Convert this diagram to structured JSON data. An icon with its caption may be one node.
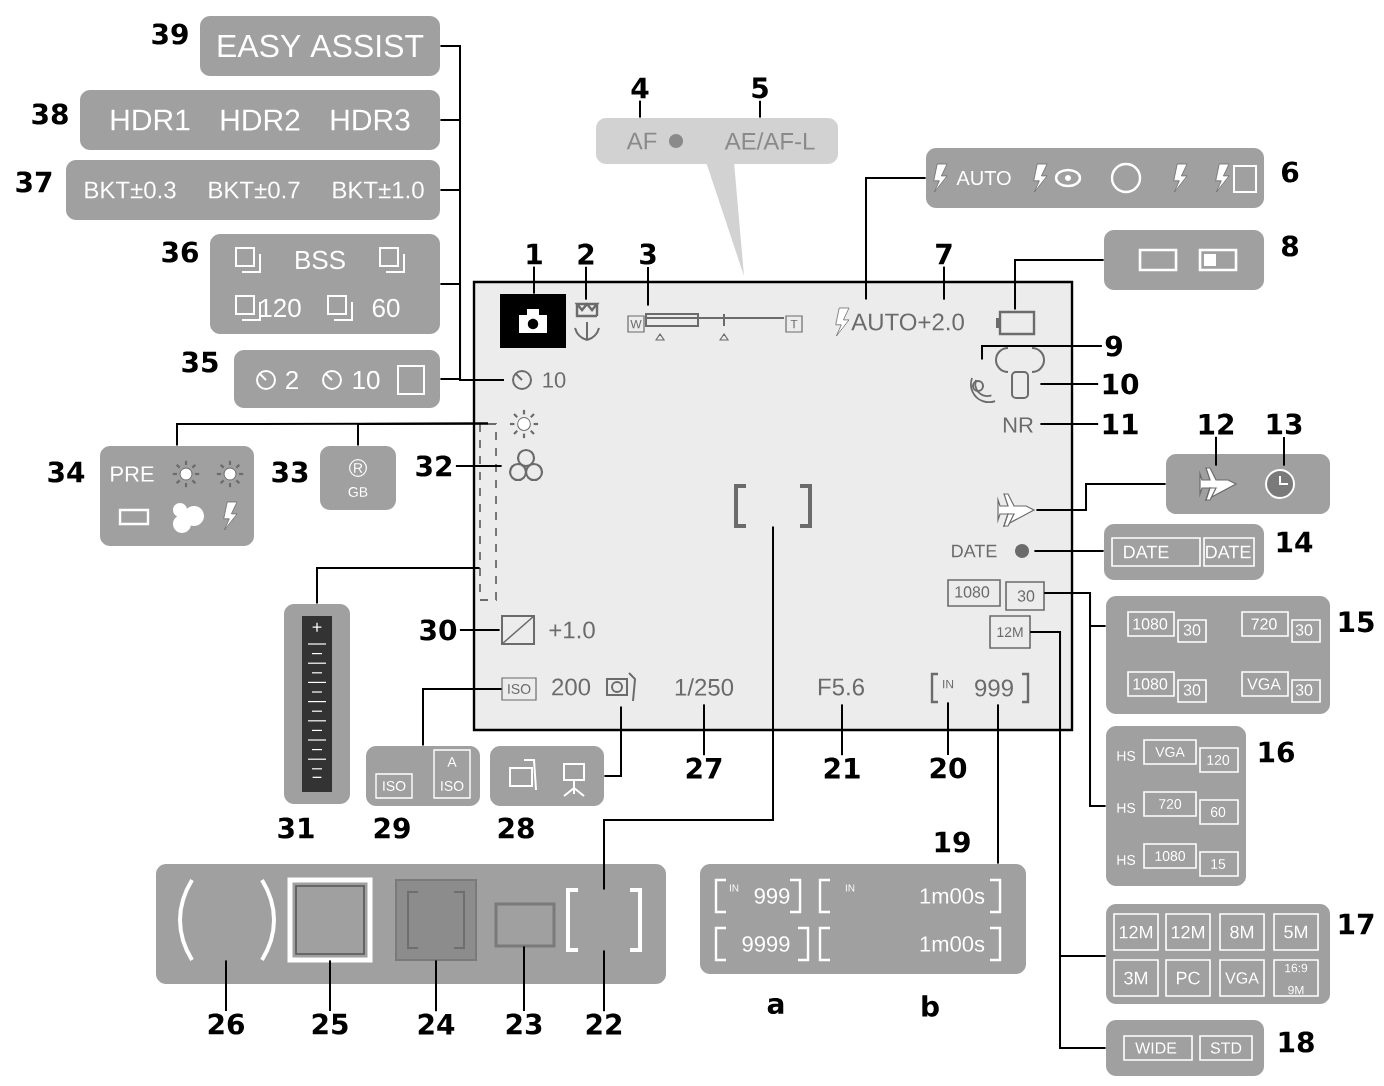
{
  "diagram": {
    "nodes": [
      {
        "text": [],
        "shape": "box"
      },
      {
        "text": [],
        "shape": "camera",
        "in": 0
      },
      {
        "text": [],
        "shape": "flower",
        "in": 0
      },
      {
        "text": [
          "W",
          "T"
        ],
        "in": 0
      },
      {
        "text": [
          "AUTO+2.0"
        ],
        "in": 0
      },
      {
        "text": [],
        "shape": "battery",
        "in": 0
      },
      {
        "text": [
          "10"
        ],
        "in": 0
      },
      {
        "text": [],
        "shape": "icon",
        "in": 0
      },
      {
        "text": [],
        "shape": "hand",
        "in": 0
      },
      {
        "text": [
          "NR"
        ],
        "in": 0
      },
      {
        "text": [],
        "shape": "box",
        "in": 0
      },
      {
        "text": [],
        "shape": "sun",
        "in": 0
      },
      {
        "text": [],
        "shape": "icon",
        "in": 0
      },
      {
        "text": [],
        "shape": "bracket",
        "in": 0
      },
      {
        "text": [],
        "shape": "airplane",
        "in": 0
      },
      {
        "text": [
          "DATE"
        ],
        "in": 0
      },
      {
        "text": [
          "1080",
          "30"
        ],
        "in": 0
      },
      {
        "text": [
          "12M"
        ],
        "in": 0
      },
      {
        "text": [
          "+1.0"
        ],
        "in": 0
      },
      {
        "text": [
          "ISO"
        ],
        "in": 0
      },
      {
        "text": [
          "200"
        ],
        "in": 0
      },
      {
        "text": [],
        "shape": "icon",
        "in": 0
      },
      {
        "text": [
          "1/250"
        ],
        "in": 0
      },
      {
        "text": [
          "F5.6"
        ],
        "in": 0
      },
      {
        "text": [
          "IN"
        ],
        "in": 0
      },
      {
        "text": [
          "999"
        ],
        "in": 0
      },
      {
        "text": [
          "EASY ASSIST"
        ],
        "beside": [
          "39"
        ]
      },
      {
        "text": [
          "HDR1",
          "HDR2",
          "HDR3"
        ],
        "beside": [
          "38"
        ]
      },
      {
        "text": [
          "BKT±0.3",
          "BKT±0.7",
          "BKT±1.0"
        ],
        "beside": [
          "37"
        ]
      },
      {
        "text": [
          "BSS",
          "120",
          "60"
        ],
        "beside": [
          "36"
        ]
      },
      {
        "text": [
          "2",
          "10"
        ],
        "beside": [
          "35"
        ]
      },
      {
        "text": [
          "PRE"
        ],
        "beside": [
          "34"
        ]
      },
      {
        "text": [
          "R",
          "GB"
        ],
        "beside": [
          "33"
        ]
      },
      {
        "text": [
          "+",
          "−"
        ],
        "beside": [
          "31"
        ]
      },
      {
        "text": [
          "ISO",
          "A",
          "ISO"
        ],
        "beside": [
          "29"
        ]
      },
      {
        "text": [],
        "shape": "box",
        "beside": [
          "28"
        ]
      },
      {
        "text": [
          "AF",
          "AE/AF-L"
        ]
      },
      {
        "text": [
          "AUTO"
        ],
        "beside": [
          "6"
        ]
      },
      {
        "text": [],
        "shape": "box",
        "beside": [
          "8"
        ]
      },
      {
        "text": [],
        "shape": "box"
      },
      {
        "text": [],
        "shape": "airplane",
        "in": 39
      },
      {
        "text": [],
        "shape": "clock",
        "in": 39
      },
      {
        "text": [
          "DATE",
          "DATE"
        ],
        "beside": [
          "14"
        ]
      },
      {
        "text": [
          "1080",
          "30",
          "720",
          "30",
          "1080",
          "30",
          "VGA",
          "30"
        ],
        "beside": [
          "15"
        ]
      },
      {
        "text": [
          "HS",
          "VGA",
          "120",
          "HS",
          "720",
          "60",
          "HS",
          "1080",
          "15"
        ],
        "beside": [
          "16"
        ]
      },
      {
        "text": [
          "12M",
          "12M",
          "8M",
          "5M",
          "3M",
          "PC",
          "VGA",
          "16:9",
          "9M"
        ],
        "beside": [
          "17"
        ]
      },
      {
        "text": [
          "WIDE",
          "STD"
        ],
        "beside": [
          "18"
        ]
      },
      {
        "text": [
          "IN",
          "999",
          "IN",
          "1m00s",
          "9999",
          "1m00s"
        ],
        "beside": [
          "19",
          "a",
          "b"
        ]
      },
      {
        "text": [],
        "shape": "box"
      },
      {
        "text": [],
        "shape": "bracket",
        "in": 48
      },
      {
        "text": [],
        "shape": "box",
        "in": 48
      },
      {
        "text": [],
        "shape": "box",
        "in": 48
      },
      {
        "text": [],
        "shape": "box",
        "in": 48
      },
      {
        "text": [],
        "shape": "bracket",
        "in": 48
      },
      {
        "text": [
          "1"
        ]
      },
      {
        "text": [
          "2"
        ]
      },
      {
        "text": [
          "3"
        ]
      },
      {
        "text": [
          "4"
        ]
      },
      {
        "text": [
          "5"
        ]
      },
      {
        "text": [
          "7"
        ]
      },
      {
        "text": [
          "9"
        ]
      },
      {
        "text": [
          "10"
        ]
      },
      {
        "text": [
          "11"
        ]
      },
      {
        "text": [
          "12"
        ]
      },
      {
        "text": [
          "13"
        ]
      },
      {
        "text": [
          "20"
        ]
      },
      {
        "text": [
          "21"
        ]
      },
      {
        "text": [
          "27"
        ]
      },
      {
        "text": [
          "30"
        ]
      },
      {
        "text": [
          "32"
        ]
      },
      {
        "text": [
          "22"
        ]
      },
      {
        "text": [
          "23"
        ]
      },
      {
        "text": [
          "24"
        ]
      },
      {
        "text": [
          "25"
        ]
      },
      {
        "text": [
          "26"
        ]
      }
    ],
    "edges": [
      {
        "from": 54,
        "to": 1,
        "arrow": "none"
      },
      {
        "from": 55,
        "to": 2,
        "arrow": "none"
      },
      {
        "from": 56,
        "to": 3,
        "arrow": "none"
      },
      {
        "from": 57,
        "to": 36,
        "arrow": "none"
      },
      {
        "from": 58,
        "to": 36,
        "arrow": "none"
      },
      {
        "from": 59,
        "to": 4,
        "arrow": "none"
      },
      {
        "from": 60,
        "to": 7,
        "arrow": "none"
      },
      {
        "from": 61,
        "to": 8,
        "arrow": "none"
      },
      {
        "from": 62,
        "to": 9,
        "arrow": "none"
      },
      {
        "from": 63,
        "to": 40,
        "arrow": "none"
      },
      {
        "from": 64,
        "to": 41,
        "arrow": "none"
      },
      {
        "from": 65,
        "to": 24,
        "arrow": "none"
      },
      {
        "from": 66,
        "to": 23,
        "arrow": "none"
      },
      {
        "from": 67,
        "to": 22,
        "arrow": "none"
      },
      {
        "from": 68,
        "to": 18,
        "arrow": "none"
      },
      {
        "from": 69,
        "to": 12,
        "arrow": "none"
      },
      {
        "from": 70,
        "to": 53,
        "arrow": "none"
      },
      {
        "from": 71,
        "to": 52,
        "arrow": "none"
      },
      {
        "from": 72,
        "to": 51,
        "arrow": "none"
      },
      {
        "from": 73,
        "to": 50,
        "arrow": "none"
      },
      {
        "from": 74,
        "to": 49,
        "arrow": "none"
      },
      {
        "from": 26,
        "to": 6,
        "arrow": "none"
      },
      {
        "from": 27,
        "to": 6,
        "arrow": "none"
      },
      {
        "from": 28,
        "to": 6,
        "arrow": "none"
      },
      {
        "from": 29,
        "to": 6,
        "arrow": "none"
      },
      {
        "from": 30,
        "to": 6,
        "arrow": "none"
      },
      {
        "from": 31,
        "to": 10,
        "arrow": "none"
      },
      {
        "from": 32,
        "to": 10,
        "arrow": "none"
      },
      {
        "from": 33,
        "to": 10,
        "arrow": "none"
      },
      {
        "from": 34,
        "to": 19,
        "arrow": "none"
      },
      {
        "from": 35,
        "to": 21,
        "arrow": "none"
      },
      {
        "from": 37,
        "to": 4,
        "arrow": "none"
      },
      {
        "from": 38,
        "to": 5,
        "arrow": "none"
      },
      {
        "from": 14,
        "to": 39,
        "arrow": "none"
      },
      {
        "from": 15,
        "to": 42,
        "arrow": "none"
      },
      {
        "from": 16,
        "to": 43,
        "arrow": "none"
      },
      {
        "from": 16,
        "to": 44,
        "arrow": "none"
      },
      {
        "from": 17,
        "to": 45,
        "arrow": "none"
      },
      {
        "from": 17,
        "to": 46,
        "arrow": "none"
      },
      {
        "from": 25,
        "to": 47,
        "arrow": "none"
      },
      {
        "from": 13,
        "to": 53,
        "arrow": "none"
      }
    ]
  }
}
